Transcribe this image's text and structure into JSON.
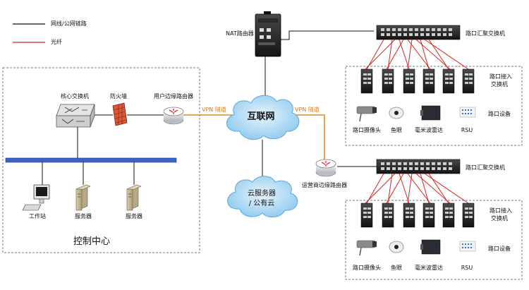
{
  "legend": {
    "network_link": "网线/公网链路",
    "fiber": "光纤"
  },
  "control_center": {
    "title": "控制中心",
    "core_switch": "核心交换机",
    "firewall": "防火墙",
    "edge_router": "用户边缘路由器",
    "workstation": "工作站",
    "server_1": "服务器",
    "server_2": "服务器"
  },
  "vpn_left": "VPN 隧道",
  "vpn_right": "VPN 隧道",
  "internet": "互联网",
  "cloud_line1": "云服务器",
  "cloud_line2": "/ 公有云",
  "nat_router": "NAT路由器",
  "carrier_router": "运营商边缘路由器",
  "site_top": {
    "aggregation": "路口汇聚交换机",
    "access_line1": "路口接入",
    "access_line2": "交换机",
    "devices": "路口设备",
    "camera": "路口摄像头",
    "fisheye": "鱼眼",
    "radar": "毫米波雷达",
    "rsu": "RSU"
  },
  "site_bottom": {
    "aggregation": "路口汇聚交换机",
    "access_line1": "路口接入",
    "access_line2": "交换机",
    "devices": "路口设备",
    "camera": "路口摄像头",
    "fisheye": "鱼眼",
    "radar": "毫米波雷达",
    "rsu": "RSU"
  },
  "colors": {
    "ethernet": "#111111",
    "fiber": "#d82020",
    "vpn": "#e8852a",
    "panel_border": "#7a7a7a",
    "cloud": "#a9d6f2"
  }
}
